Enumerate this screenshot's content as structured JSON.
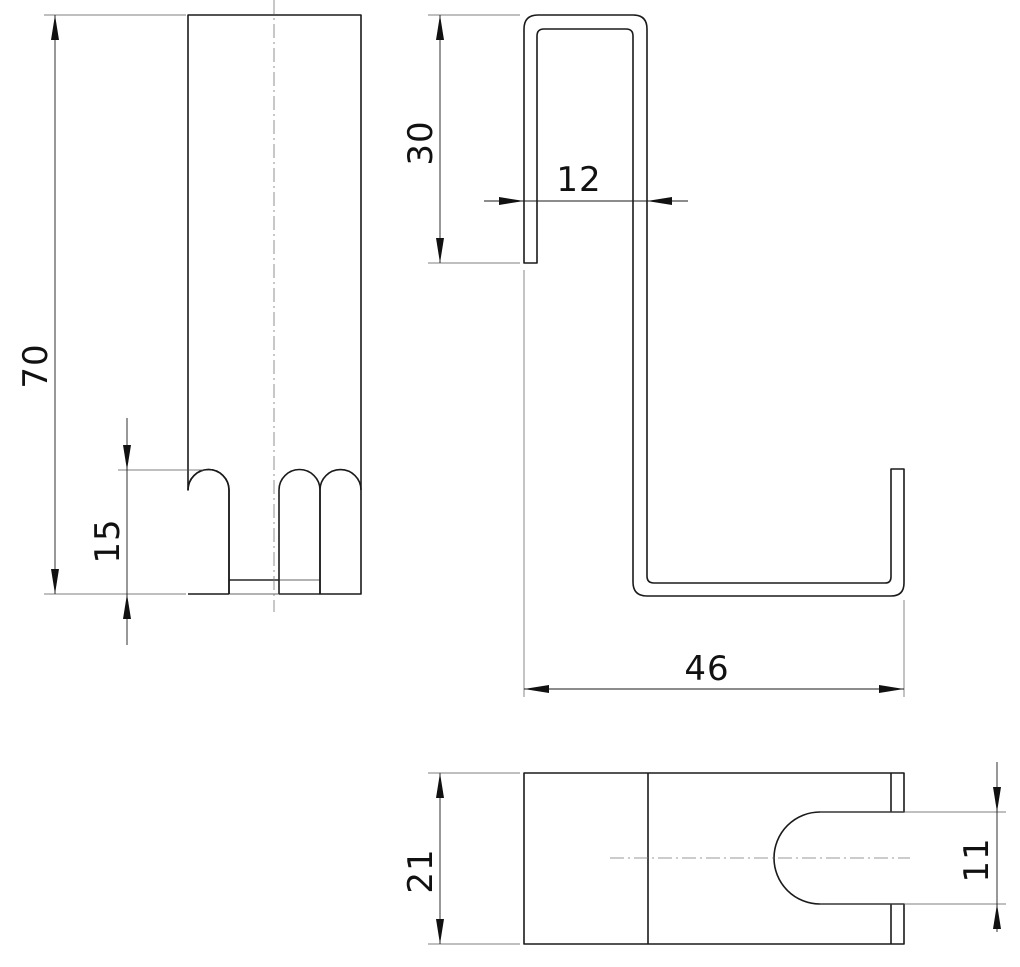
{
  "dimensions": {
    "front_height": "70",
    "slot_height": "15",
    "hook_top": "30",
    "thickness": "12",
    "depth": "46",
    "width": "21",
    "slot_width": "11"
  }
}
